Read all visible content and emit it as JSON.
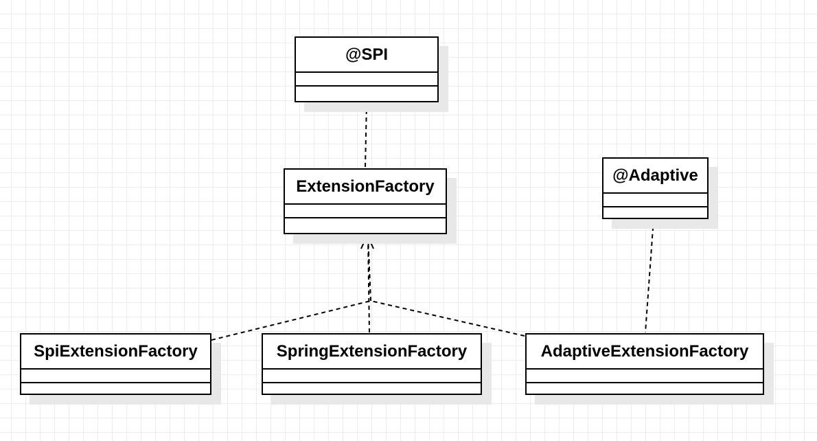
{
  "diagram": {
    "classes": {
      "spi": {
        "name": "@SPI"
      },
      "extension_factory": {
        "name": "ExtensionFactory"
      },
      "adaptive": {
        "name": "@Adaptive"
      },
      "spi_extension_factory": {
        "name": "SpiExtensionFactory"
      },
      "spring_extension_factory": {
        "name": "SpringExtensionFactory"
      },
      "adaptive_extension_factory": {
        "name": "AdaptiveExtensionFactory"
      }
    },
    "relations": [
      {
        "from": "spi_extension_factory",
        "to": "extension_factory",
        "type": "realization"
      },
      {
        "from": "spring_extension_factory",
        "to": "extension_factory",
        "type": "realization"
      },
      {
        "from": "adaptive_extension_factory",
        "to": "extension_factory",
        "type": "realization"
      },
      {
        "from": "extension_factory",
        "to": "spi",
        "type": "dependency"
      },
      {
        "from": "adaptive_extension_factory",
        "to": "adaptive",
        "type": "dependency"
      }
    ]
  },
  "colors": {
    "stroke": "#000000",
    "shadow": "#e8e8e8",
    "grid": "#ececec",
    "background": "#ffffff"
  }
}
